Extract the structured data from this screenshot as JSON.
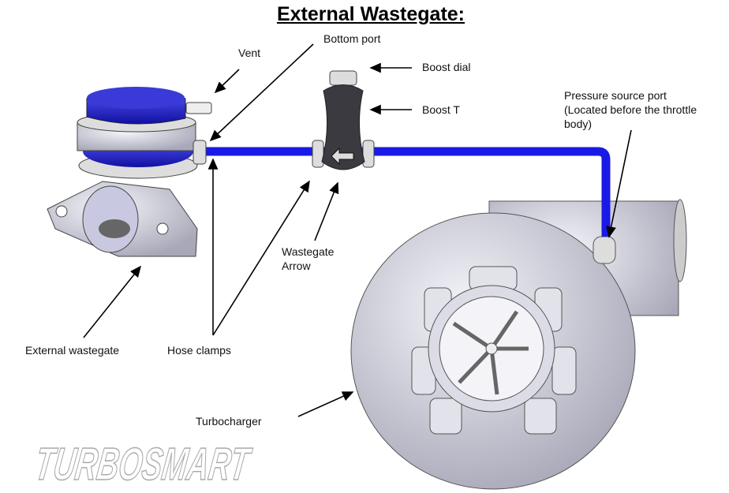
{
  "title": "External Wastegate:",
  "labels": {
    "bottom_port": "Bottom port",
    "vent": "Vent",
    "boost_dial": "Boost dial",
    "boost_t": "Boost T",
    "pressure_source_line1": "Pressure source port",
    "pressure_source_line2": "(Located before the throttle",
    "pressure_source_line3": "body)",
    "wastegate_arrow_line1": "Wastegate",
    "wastegate_arrow_line2": "Arrow",
    "external_wastegate": "External wastegate",
    "hose_clamps": "Hose clamps",
    "turbocharger": "Turbocharger"
  },
  "logo": "TURBOSMART",
  "colors": {
    "hose": "#1a1ae6",
    "metal": "#d8d8e2",
    "boost_t": "#3a3a40"
  }
}
